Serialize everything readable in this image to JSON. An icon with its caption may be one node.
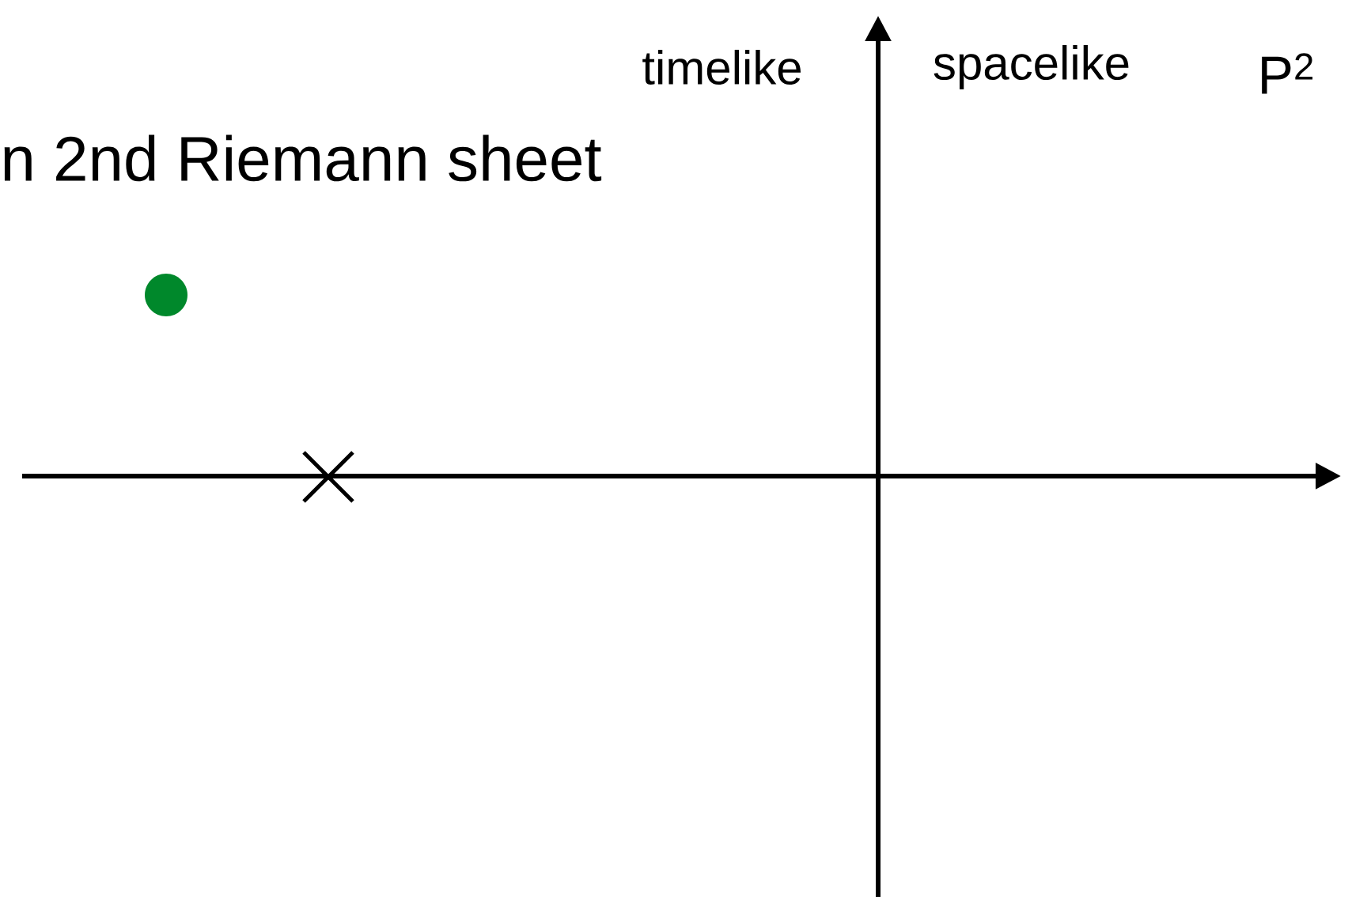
{
  "diagram": {
    "labels": [
      "n 2nd Riemann sheet",
      "timelike",
      "spacelike",
      "P$^{2}$"
    ]
  }
}
